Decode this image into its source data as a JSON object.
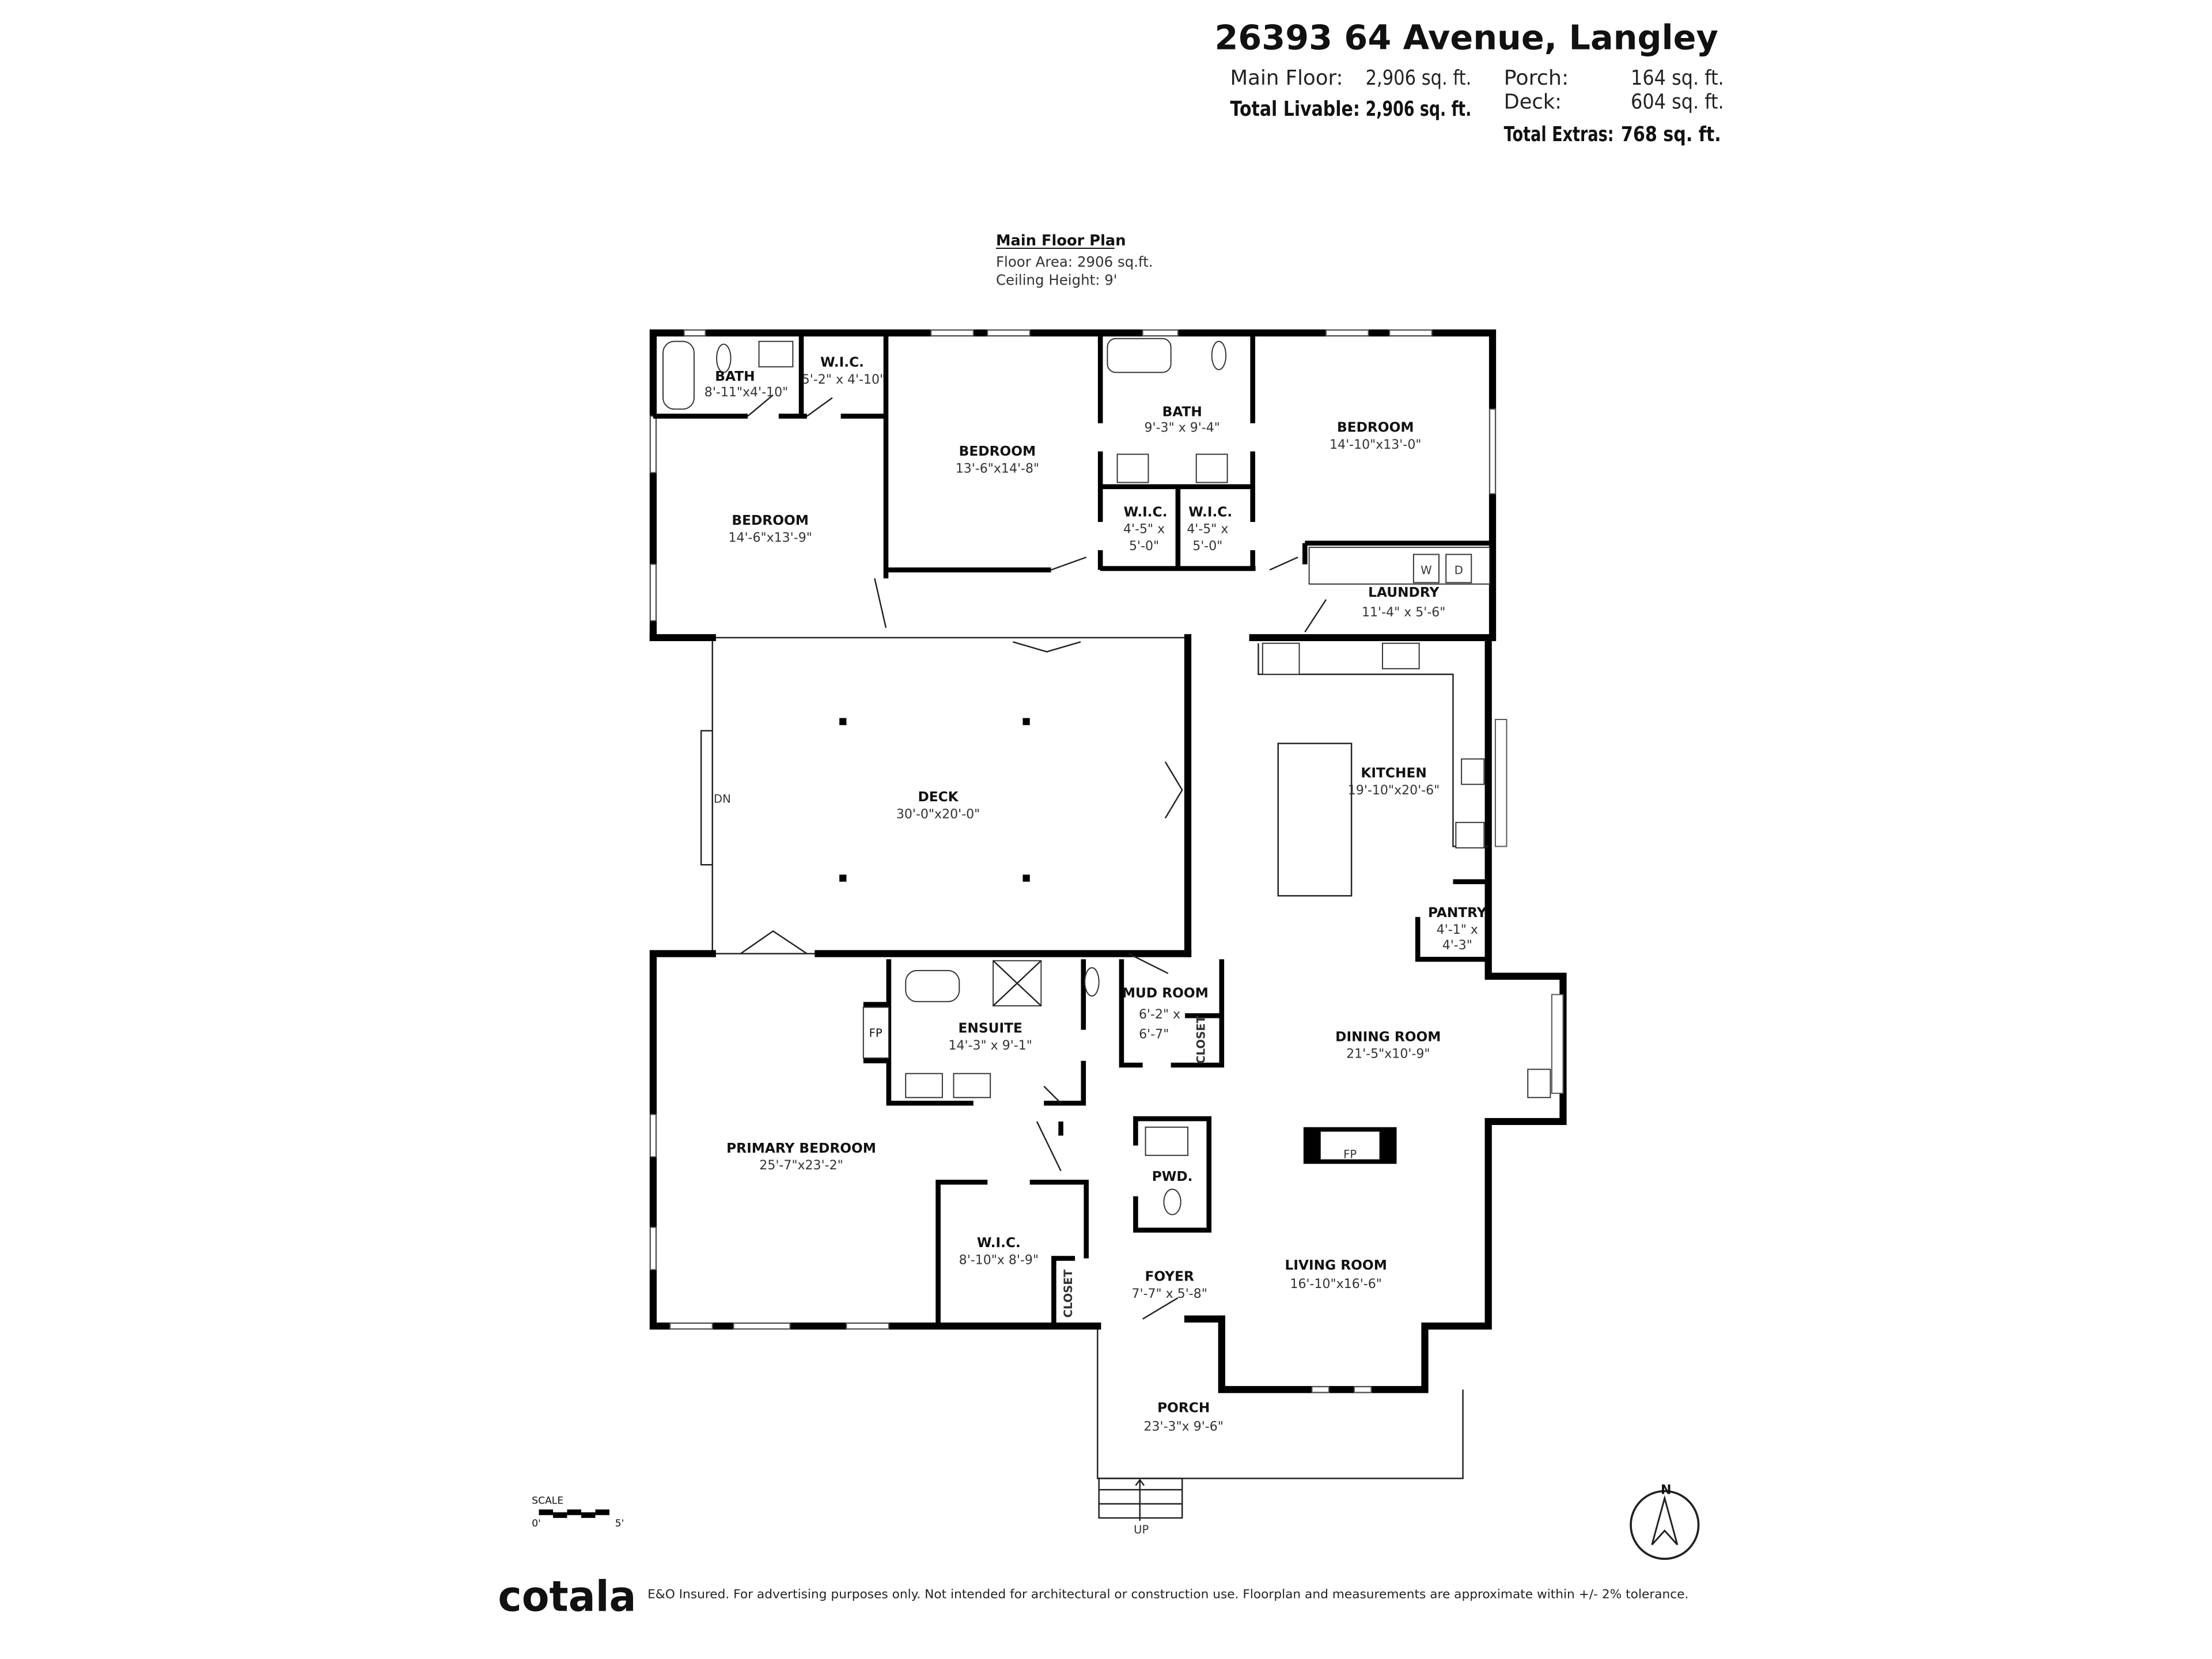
{
  "header": {
    "address": "26393 64 Avenue, Langley",
    "main_floor_label": "Main Floor:",
    "main_floor_value": "2,906 sq. ft.",
    "total_livable_label": "Total Livable:",
    "total_livable_value": "2,906 sq. ft.",
    "porch_label": "Porch:",
    "porch_value": "164 sq. ft.",
    "deck_label": "Deck:",
    "deck_value": "604 sq. ft.",
    "total_extras_label": "Total Extras:",
    "total_extras_value": "768 sq. ft."
  },
  "plan": {
    "title": "Main Floor Plan",
    "floor_area": "Floor Area: 2906 sq.ft.",
    "ceiling_height": "Ceiling Height: 9'"
  },
  "rooms": [
    {
      "name": "BATH",
      "dims": "8'-11\"x4'-10\""
    },
    {
      "name": "W.I.C.",
      "dims": "5'-2\" x 4'-10\""
    },
    {
      "name": "BEDROOM",
      "dims": "13'-6\"x14'-8\""
    },
    {
      "name": "BATH",
      "dims": "9'-3\" x 9'-4\""
    },
    {
      "name": "BEDROOM",
      "dims": "14'-10\"x13'-0\""
    },
    {
      "name": "BEDROOM",
      "dims": "14'-6\"x13'-9\""
    },
    {
      "name": "W.I.C.",
      "dims_1": "4'-5\" x",
      "dims_2": "5'-0\""
    },
    {
      "name": "W.I.C.",
      "dims_1": "4'-5\" x",
      "dims_2": "5'-0\""
    },
    {
      "name": "LAUNDRY",
      "dims": "11'-4\" x 5'-6\""
    },
    {
      "name": "KITCHEN",
      "dims": "19'-10\"x20'-6\""
    },
    {
      "name": "DECK",
      "dims": "30'-0\"x20'-0\""
    },
    {
      "name": "PANTRY",
      "dims_1": "4'-1\" x",
      "dims_2": "4'-3\""
    },
    {
      "name": "ENSUITE",
      "dims": "14'-3\" x 9'-1\""
    },
    {
      "name": "MUD ROOM",
      "dims_1": "6'-2\" x",
      "dims_2": "6'-7\""
    },
    {
      "name": "DINING ROOM",
      "dims": "21'-5\"x10'-9\""
    },
    {
      "name": "PWD."
    },
    {
      "name": "PRIMARY BEDROOM",
      "dims": "25'-7\"x23'-2\""
    },
    {
      "name": "W.I.C.",
      "dims": "8'-10\"x 8'-9\""
    },
    {
      "name": "FOYER",
      "dims": "7'-7\" x 5'-8\""
    },
    {
      "name": "LIVING ROOM",
      "dims": "16'-10\"x16'-6\""
    },
    {
      "name": "PORCH",
      "dims": "23'-3\"x 9'-6\""
    }
  ],
  "labels": {
    "closet": "CLOSET",
    "fireplace": "FP",
    "washer": "W",
    "dryer": "D",
    "down": "DN",
    "up": "UP",
    "north": "N",
    "scale": "SCALE",
    "scale_start": "0'",
    "scale_end": "5'"
  },
  "footer": {
    "logo": "cotala",
    "disclaimer": "E&O Insured. For advertising purposes only. Not intended for architectural or construction use. Floorplan and measurements are approximate within +/- 2% tolerance."
  }
}
